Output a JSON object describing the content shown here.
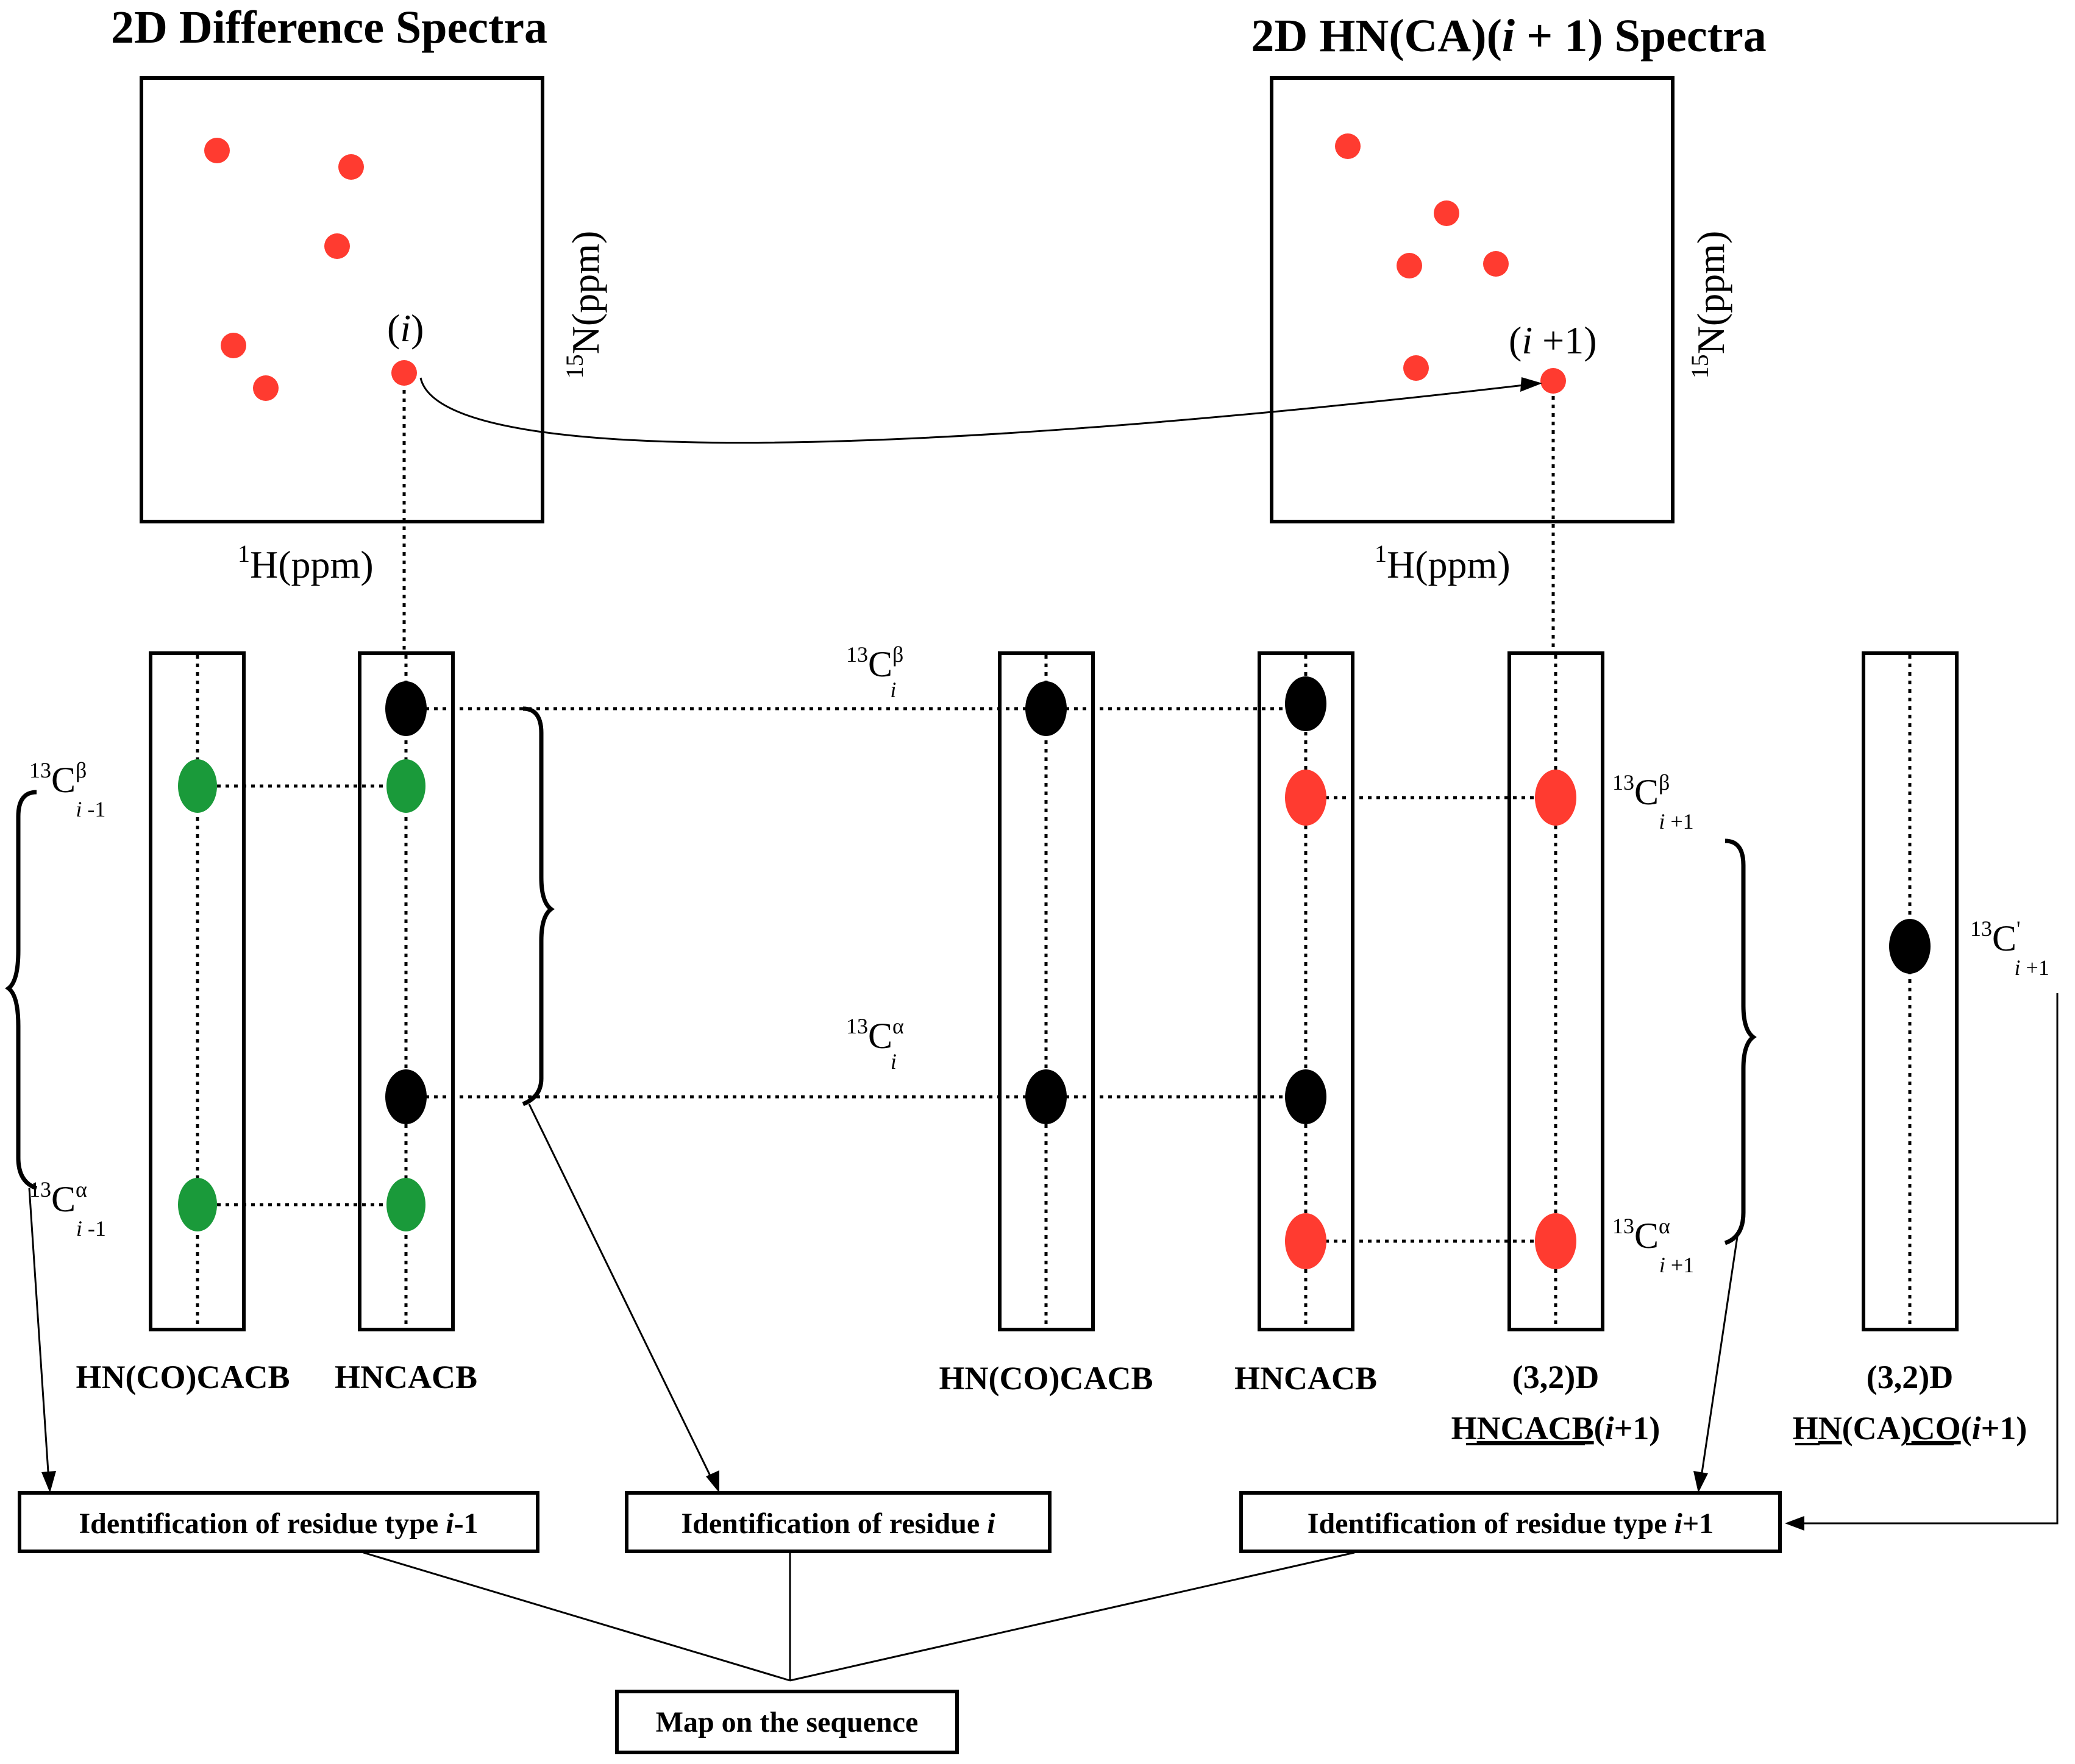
{
  "titles": {
    "left": "2D Difference Spectra",
    "right_prefix": "2D HN(CA)(",
    "right_italic": "i",
    "right_suffix": " + 1) Spectra"
  },
  "axes": {
    "h_sup": "1",
    "h_text": "H(ppm)",
    "n_sup": "15",
    "n_text": "N(ppm)"
  },
  "peak_labels": {
    "i_open": "(",
    "i_italic": "i",
    "i_close": ")",
    "ip1_open": "(",
    "ip1_italic": "i",
    "ip1_rest": " +1)"
  },
  "strips": {
    "s1": "HN(CO)CACB",
    "s2": "HNCACB",
    "s3": "HN(CO)CACB",
    "s4": "HNCACB",
    "s5_line1": "(3,2)D",
    "s5_line2_a": "H",
    "s5_line2_b": "NCACB",
    "s5_line2_c": "(",
    "s5_line2_d": "i",
    "s5_line2_e": "+1)",
    "s6_line1": "(3,2)D",
    "s6_line2_a": "H",
    "s6_line2_b": "N",
    "s6_line2_c": "(CA)",
    "s6_line2_d": "CO",
    "s6_line2_e": "(",
    "s6_line2_f": "i",
    "s6_line2_g": "+1)"
  },
  "carbon_labels": {
    "iso": "13",
    "c": "C",
    "prime": "'",
    "beta": "β",
    "alpha": "α",
    "sub_i": "i",
    "sub_m1": " -1",
    "sub_p1": " +1"
  },
  "boxes": {
    "res_im1_a": "Identification of residue type ",
    "res_im1_b": "i",
    "res_im1_c": "-1",
    "res_i_a": "Identification of residue ",
    "res_i_b": "i",
    "res_ip1_a": "Identification of residue type ",
    "res_ip1_b": "i",
    "res_ip1_c": "+1",
    "map": "Map on the sequence"
  },
  "colors": {
    "red": "#ff3b30",
    "green": "#1a9a3a",
    "black": "#000000"
  }
}
